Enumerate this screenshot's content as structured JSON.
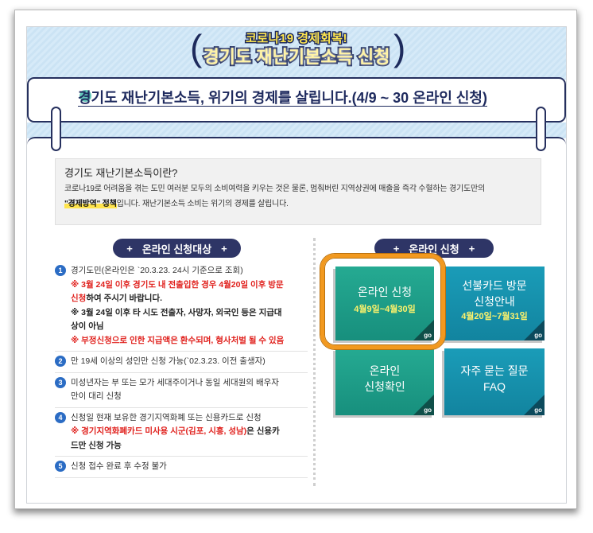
{
  "header": {
    "subtitle": "코로나19 경제회복!",
    "title": "경기도 재난기본소득 신청",
    "paren_open": "(",
    "paren_close": ")"
  },
  "banner": {
    "title": "경기도 재난기본소득, 위기의 경제를 살립니다.(4/9 ~ 30 온라인 신청)"
  },
  "intro": {
    "heading": "경기도 재난기본소득이란?",
    "line1": "코로나19로 어려움을 겪는 도민 여러분 모두의 소비여력을 키우는 것은 물론, 멈춰버린 지역상권에 매출을 즉각 수혈하는 경기도만의",
    "highlight": "\"경제방역\" 정책",
    "line2_rest": "입니다. 재난기본소득 소비는 위기의 경제를 살립니다."
  },
  "eligibility": {
    "plus": "+",
    "heading": "온라인 신청대상",
    "items": [
      {
        "number": "1",
        "lines": [
          [
            "경기도민(온라인은 `20.3.23. 24시 기준으로 조회)"
          ],
          [
            "※ 3월 24일 이후 경기도 내 전출입한 경우 4월20일 이후 방문"
          ],
          [
            "신청",
            "하여 주시기 바랍니다."
          ],
          [
            "※ 3월 24일 이후 타 시도 전출자, 사망자, 외국인 등은 지급대"
          ],
          [
            "상이 아님"
          ],
          [
            "※ 부정신청으로 인한 지급액은 환수되며, 형사처벌 될 수 있음"
          ]
        ]
      },
      {
        "number": "2",
        "lines": [
          [
            "만 19세 이상의 성인만 신청 가능(`02.3.23. 이전 출생자)"
          ]
        ]
      },
      {
        "number": "3",
        "lines": [
          [
            "미성년자는 부 또는 모가 세대주이거나 동일 세대원의 배우자"
          ],
          [
            "만이 대리 신청"
          ]
        ]
      },
      {
        "number": "4",
        "lines": [
          [
            "신청일 현재 보유한 경기지역화폐 또는 신용카드로 신청"
          ],
          [
            "※ 경기지역화폐카드 미사용 시군(김포, 시흥, 성남)",
            "은 신용카"
          ],
          [
            "드만 신청 가능"
          ]
        ]
      },
      {
        "number": "5",
        "lines": [
          [
            "신청 접수 완료 후 수정 불가"
          ]
        ]
      }
    ]
  },
  "apply": {
    "plus": "+",
    "heading": "온라인 신청",
    "tiles": [
      {
        "label": [
          "온라인 신청"
        ],
        "date": "4월9일~4월30일",
        "go": "go"
      },
      {
        "label": [
          "선불카드 방문",
          "신청안내"
        ],
        "date": "4월20일~7월31일",
        "go": "go"
      },
      {
        "label": [
          "온라인",
          "신청확인"
        ],
        "go": "go"
      },
      {
        "label": [
          "자주 묻는 질문",
          "FAQ"
        ],
        "go": "go"
      }
    ]
  },
  "colors": {
    "navy": "#26305e",
    "teal_green": "#25aa92",
    "teal_blue": "#1a9cb8",
    "highlight_orange": "#f2991f",
    "warning_red": "#e0201c",
    "number_blue": "#2b6cc4",
    "date_yellow": "#fff36b"
  }
}
